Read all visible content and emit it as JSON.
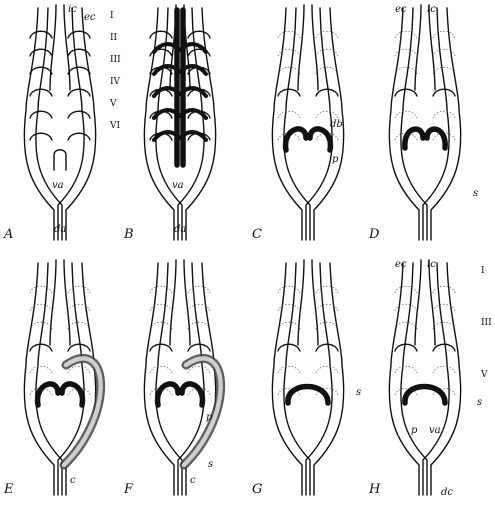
{
  "figure": {
    "panels": [
      {
        "letter": "A",
        "labels": {
          "ec": "ec",
          "ic": "ic",
          "va": "va",
          "da": "da"
        },
        "arches": [
          "I",
          "II",
          "III",
          "IV",
          "V",
          "VI"
        ]
      },
      {
        "letter": "B",
        "labels": {
          "va": "va",
          "da": "da"
        }
      },
      {
        "letter": "C",
        "labels": {
          "db": "db",
          "p": "p"
        }
      },
      {
        "letter": "D",
        "labels": {
          "ec": "ec",
          "ic": "ic",
          "s": "s"
        }
      },
      {
        "letter": "E",
        "labels": {
          "c": "c"
        }
      },
      {
        "letter": "F",
        "labels": {
          "p": "p",
          "c": "c",
          "s": "s"
        }
      },
      {
        "letter": "G",
        "labels": {
          "s": "s"
        }
      },
      {
        "letter": "H",
        "labels": {
          "ec": "ec",
          "ic": "ic",
          "p": "p",
          "va": "va",
          "dc": "dc",
          "s": "s"
        },
        "arches": [
          "I",
          "III",
          "V"
        ]
      }
    ]
  }
}
